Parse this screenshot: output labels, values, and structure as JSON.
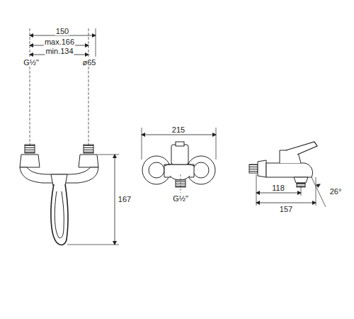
{
  "diagram": {
    "labels": [
      "150",
      "max.166",
      "min.134",
      "G½\"",
      "ø65",
      "167",
      "215",
      "G½\"",
      "118",
      "26°",
      "157"
    ]
  }
}
